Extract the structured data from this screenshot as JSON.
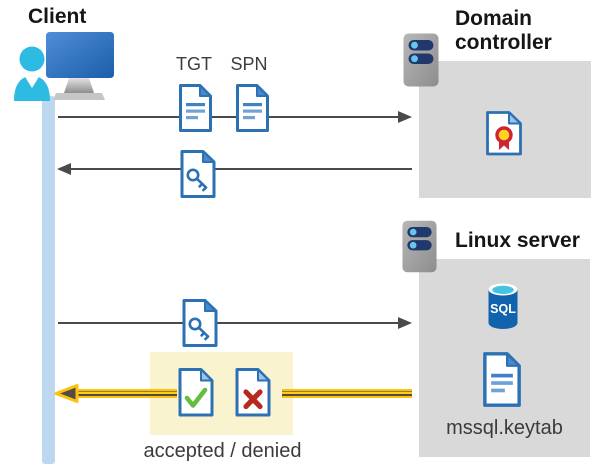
{
  "diagram": {
    "client": {
      "label": "Client"
    },
    "domain_controller": {
      "label": "Domain controller"
    },
    "linux_server": {
      "label": "Linux server"
    },
    "tickets": {
      "tgt": "TGT",
      "spn": "SPN"
    },
    "sql": {
      "label": "SQL"
    },
    "keytab": {
      "filename": "mssql.keytab"
    },
    "result": {
      "label": "accepted / denied"
    },
    "colors": {
      "doc_blue": "#2b71b4",
      "doc_fold_light": "#9dc3e6",
      "doc_fold_dark": "#4a89c8",
      "client_cyan": "#2dbae3",
      "monitor_blue": "#2f6fbe",
      "server_pill_navy": "#20386b",
      "server_dot_cyan": "#67c7ea",
      "sql_blue": "#1263ad",
      "sql_top_cyan": "#44c4e2",
      "box_gray": "#d9d9d9",
      "timeline_blue": "#bdd7ee",
      "arrow_gray": "#4a4a4a",
      "highlight_yellow": "#ffc010",
      "highlight_box_yellow": "#faf3cf",
      "success_green": "#62be3e",
      "error_red": "#b62a1d",
      "cert_ribbon_red": "#cf2532",
      "cert_seal_yellow": "#ffd41f"
    }
  }
}
